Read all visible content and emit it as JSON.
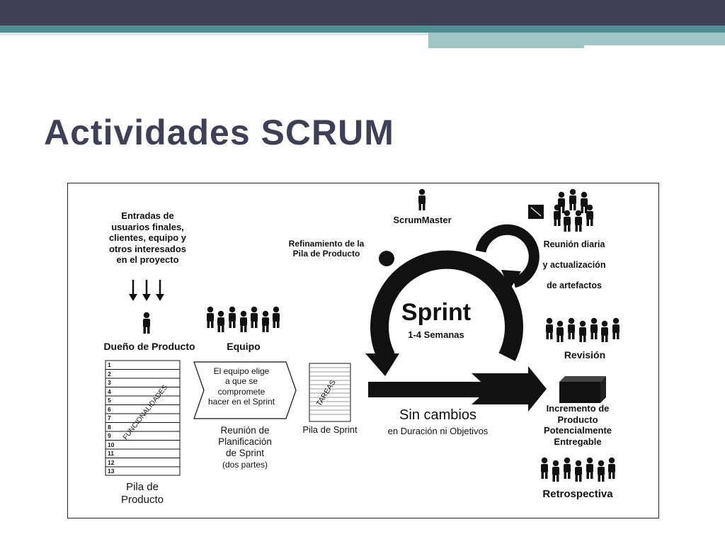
{
  "slide": {
    "title": "Actividades SCRUM"
  },
  "diagram": {
    "inputs": [
      "Entradas de",
      "usuarios finales,",
      "clientes, equipo y",
      "otros interesados",
      "en el proyecto"
    ],
    "product_owner": "Dueño de Producto",
    "team": "Equipo",
    "backlog_numbers": [
      "1",
      "2",
      "3",
      "4",
      "5",
      "6",
      "7",
      "8",
      "9",
      "10",
      "11",
      "12",
      "13"
    ],
    "backlog_tag": "FUNCIONALIDADES",
    "backlog_label": [
      "Pila de",
      "Producto"
    ],
    "team_choice": [
      "El equipo elige",
      "a que se",
      "compromete",
      "hacer en el Sprint"
    ],
    "planning": [
      "Reunión de",
      "Planificación",
      "de Sprint",
      "(dos partes)"
    ],
    "tasks_tag": "TAREAS",
    "sprint_backlog": "Pila de Sprint",
    "refinement": [
      "Refinamiento de la",
      "Pila de Producto"
    ],
    "scrummaster": "ScrumMaster",
    "sprint_title": "Sprint",
    "sprint_duration": "1-4 Semanas",
    "no_changes": "Sin cambios",
    "no_changes_sub": "en Duración ni Objetivos",
    "daily": [
      "Reunión diaria",
      "y actualización",
      "de artefactos"
    ],
    "review": "Revisión",
    "increment": [
      "Incremento de",
      "Producto",
      "Potencialmente",
      "Entregable"
    ],
    "retro": "Retrospectiva"
  }
}
